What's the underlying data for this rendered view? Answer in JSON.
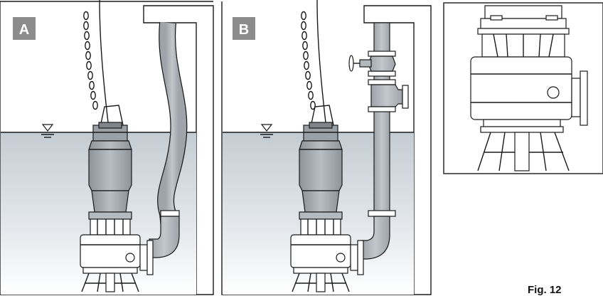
{
  "panels": [
    {
      "id": "A",
      "label": "A"
    },
    {
      "id": "B",
      "label": "B"
    }
  ],
  "figure": {
    "caption": "Fig. 12"
  },
  "colors": {
    "label_bg": "#8c8c8c",
    "water_top": "#c9d0d6",
    "water_bottom": "#ffffff",
    "pipe_fill": "#b3b8bd",
    "pump_fill": "#a6abb0",
    "line": "#1a1a1a"
  }
}
